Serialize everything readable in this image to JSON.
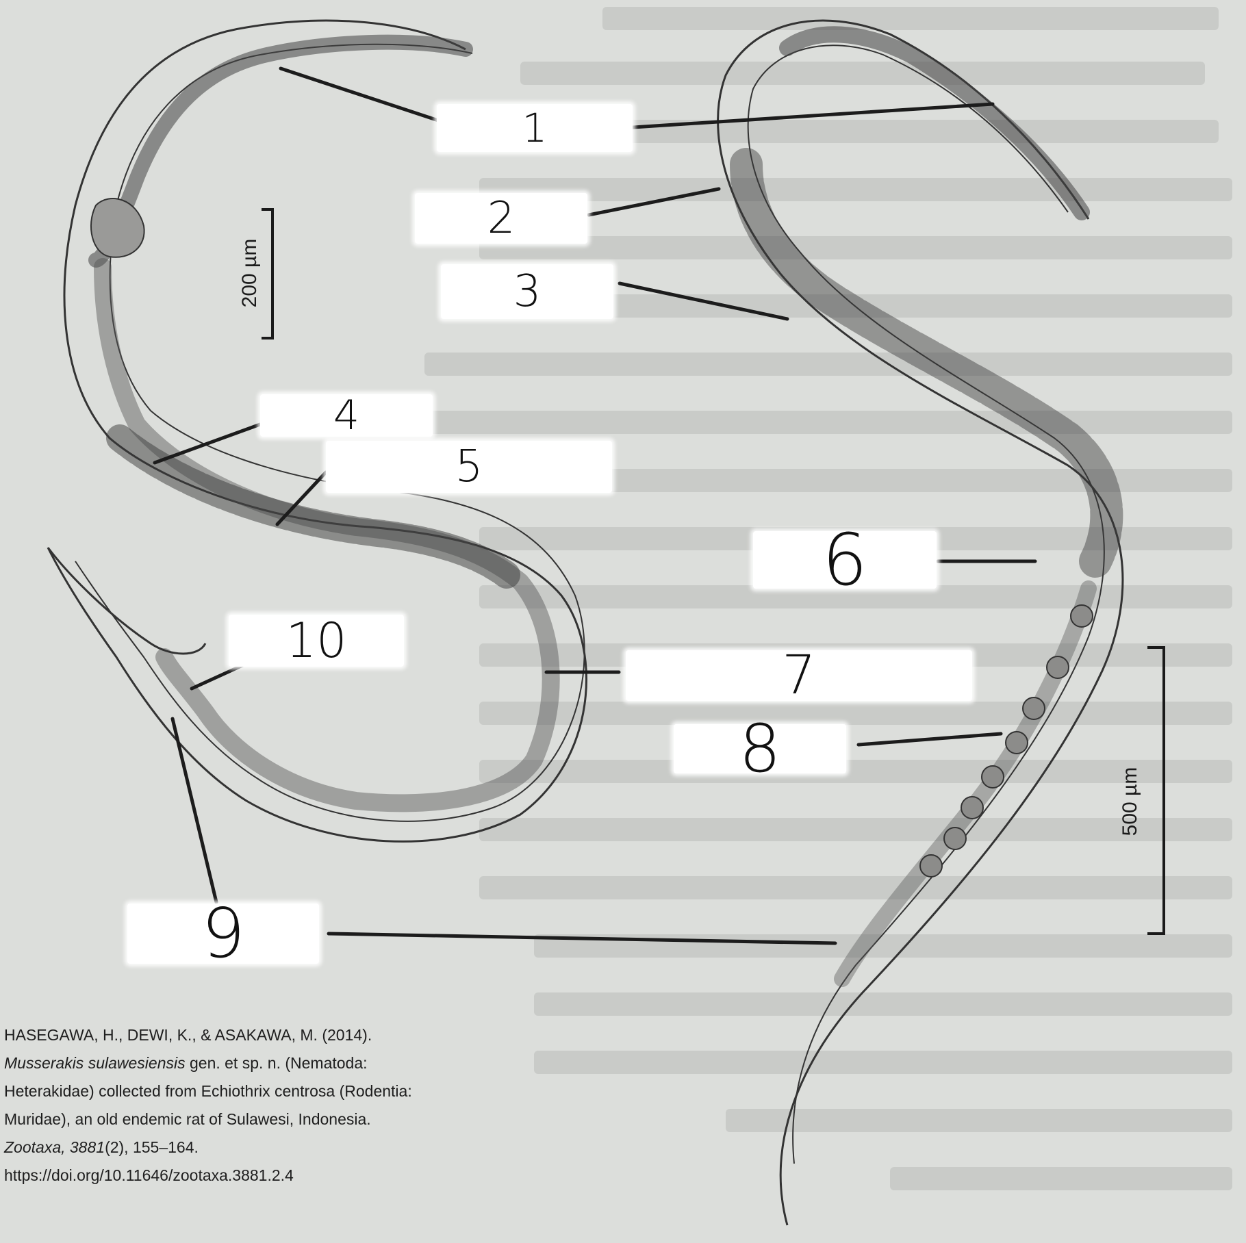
{
  "labels": [
    {
      "number": "1"
    },
    {
      "number": "2"
    },
    {
      "number": "3"
    },
    {
      "number": "4"
    },
    {
      "number": "5"
    },
    {
      "number": "6"
    },
    {
      "number": "7"
    },
    {
      "number": "8"
    },
    {
      "number": "9"
    },
    {
      "number": "10"
    }
  ],
  "scale_bars": {
    "small": "200 µm",
    "large": "500 µm"
  },
  "citation": {
    "line1": "HASEGAWA, H., DEWI, K., & ASAKAWA, M. (2014).",
    "line2_genus": "Musserakis sulawesiensis",
    "line2_rest": " gen. et sp. n. (Nematoda:",
    "line3": "Heterakidae) collected from Echiothrix centrosa (Rodentia:",
    "line4": "Muridae), an old endemic rat of Sulawesi, Indonesia.",
    "line5_journal": "Zootaxa",
    "line5_vol": ", 3881",
    "line5_rest": "(2), 155–164.",
    "line6": "https://doi.org/10.11646/zootaxa.3881.2.4"
  }
}
